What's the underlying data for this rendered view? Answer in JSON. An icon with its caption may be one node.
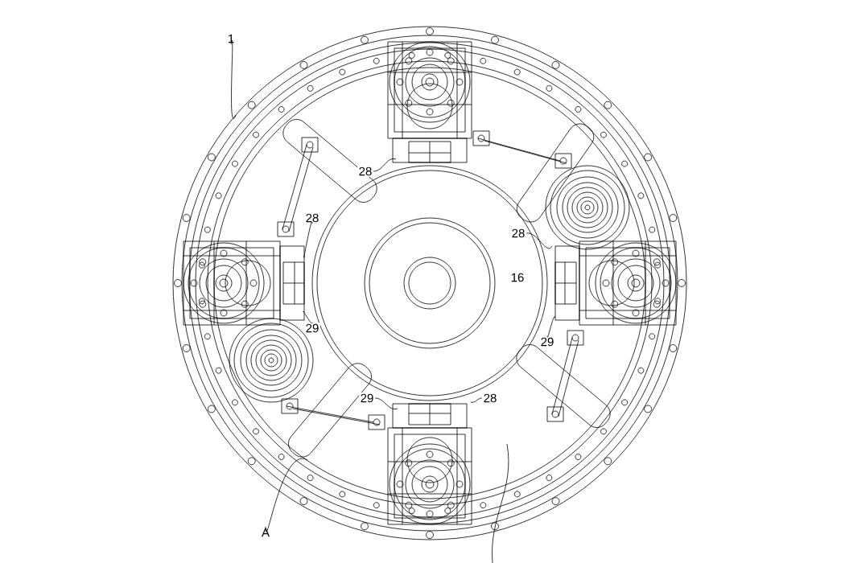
{
  "diagram": {
    "nodes": [
      {
        "text": [
          "1"
        ]
      },
      {
        "text": [
          "28"
        ]
      },
      {
        "text": [
          "28"
        ]
      },
      {
        "text": [
          "28"
        ]
      },
      {
        "text": [
          "28"
        ]
      },
      {
        "text": [
          "29"
        ]
      },
      {
        "text": [
          "29"
        ]
      },
      {
        "text": [
          "29"
        ]
      },
      {
        "text": [
          "A"
        ]
      }
    ],
    "edges": [
      {
        "from": 0,
        "to": null,
        "arrow": "none"
      },
      {
        "from": 1,
        "to": null,
        "arrow": "none"
      },
      {
        "from": 2,
        "to": null,
        "arrow": "none"
      },
      {
        "from": 3,
        "to": null,
        "arrow": "none"
      },
      {
        "from": 4,
        "to": null,
        "arrow": "none"
      },
      {
        "from": 5,
        "to": null,
        "arrow": "none"
      },
      {
        "from": 6,
        "to": null,
        "arrow": "none"
      },
      {
        "from": 7,
        "to": null,
        "arrow": "none"
      },
      {
        "from": 8,
        "to": null,
        "arrow": "none"
      }
    ],
    "labels": [
      "16"
    ]
  }
}
